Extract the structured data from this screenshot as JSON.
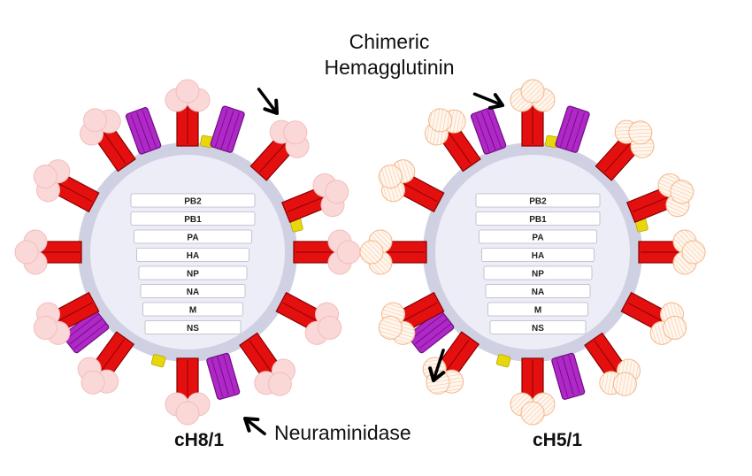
{
  "annotations": {
    "hemagglutinin_line1": "Chimeric",
    "hemagglutinin_line2": "Hemagglutinin",
    "neuraminidase": "Neuraminidase"
  },
  "viruses": [
    {
      "label": "cH8/1",
      "segments": [
        "PB2",
        "PB1",
        "PA",
        "HA",
        "NP",
        "NA",
        "M",
        "NS"
      ],
      "ha_head_style": "solid-pink"
    },
    {
      "label": "cH5/1",
      "segments": [
        "PB2",
        "PB1",
        "PA",
        "HA",
        "NP",
        "NA",
        "M",
        "NS"
      ],
      "ha_head_style": "hatched-orange"
    }
  ],
  "colors": {
    "ha_stalk": "#e3100f",
    "na": "#b028c8",
    "m2": "#e7d70c",
    "envelope": "#cfd0e2",
    "core": "#ecedf7",
    "head_pink": "#fbd8d8",
    "head_orange": "#f3b78a"
  }
}
